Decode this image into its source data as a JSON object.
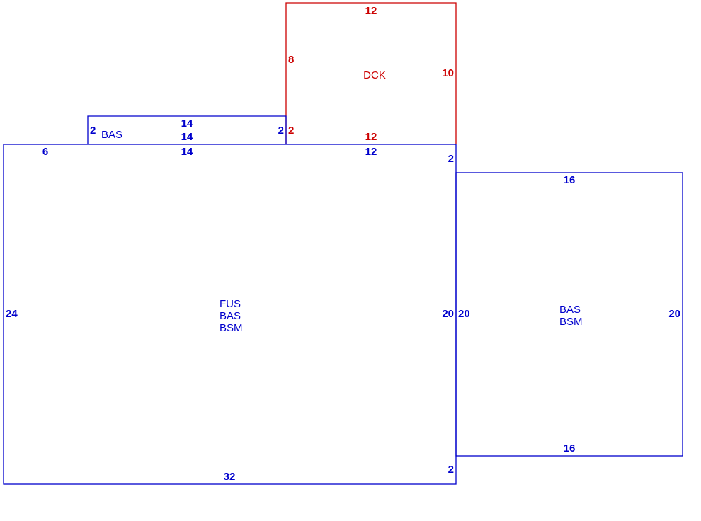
{
  "colors": {
    "main": "#0000cc",
    "deck": "#cc0000"
  },
  "dimensions": {
    "deck_top": "12",
    "deck_left": "8",
    "deck_right": "10",
    "deck_bottom": "12",
    "deck_left_short": "2",
    "bas_small_left": "2",
    "bas_small_top": "14",
    "bas_small_bottom": "14",
    "bas_small_right": "2",
    "main_top_left": "6",
    "main_top_mid": "14",
    "main_top_right": "12",
    "main_right_top": "2",
    "main_left": "24",
    "main_right": "20",
    "main_right_bottom": "2",
    "main_bottom": "32",
    "east_top": "16",
    "east_left": "20",
    "east_right": "20",
    "east_bottom": "16"
  },
  "areas": {
    "deck": "DCK",
    "bas_small": "BAS",
    "main": [
      "FUS",
      "BAS",
      "BSM"
    ],
    "east": [
      "BAS",
      "BSM"
    ]
  }
}
